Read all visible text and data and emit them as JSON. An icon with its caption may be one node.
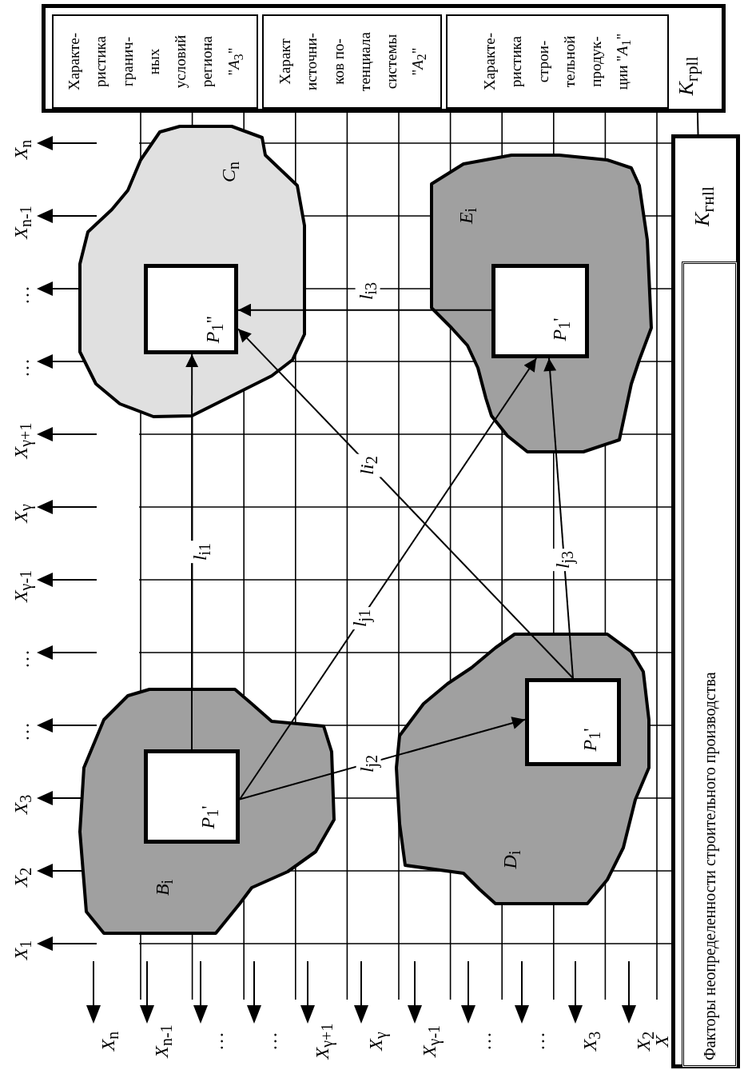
{
  "diagram": {
    "nodes": [
      {
        "text": [
          "*K*$_{грll}$"
        ]
      },
      {
        "text": [
          "Характе- ристика гранич- ных условий региона \"*A*$_{3}$\""
        ],
        "in": 0
      },
      {
        "text": [
          "Характ источни- ков по- тенциала системы \"*A*$_{2}$\""
        ],
        "in": 0
      },
      {
        "text": [
          "Характе- ристика строи- тельной продук- ции \"*A*$_{1}$\""
        ],
        "in": 0
      },
      {
        "text": [
          "*C*$_{n}$"
        ]
      },
      {
        "text": [
          "*P*$_{1}$\""
        ],
        "in": 4
      },
      {
        "text": [
          "*E*$_{i}$"
        ]
      },
      {
        "text": [
          "*P*$_{1}$'"
        ],
        "in": 6
      },
      {
        "text": [
          "*B*$_{i}$"
        ]
      },
      {
        "text": [
          "*P*$_{1}$'"
        ],
        "in": 8
      },
      {
        "text": [
          "*D*$_{i}$"
        ]
      },
      {
        "text": [
          "*P*$_{1}$'"
        ],
        "in": 10
      },
      {
        "text": [
          "*K*$_{гнll}$"
        ]
      },
      {
        "text": [
          "Факторы неопределенности строительного производства"
        ],
        "in": 12
      }
    ],
    "edges": [
      {
        "from": 9,
        "to": 5,
        "arrow": "to",
        "label": "*l*$_{i1}$"
      },
      {
        "from": 9,
        "to": 7,
        "arrow": "to",
        "label": "*l*$_{j1}$"
      },
      {
        "from": 9,
        "to": 11,
        "arrow": "to",
        "label": "*l*$_{j2}$"
      },
      {
        "from": 11,
        "to": 5,
        "arrow": "to",
        "label": "*li*$_{2}$"
      },
      {
        "from": 11,
        "to": 7,
        "arrow": "to",
        "label": "*l*$_{j3}$"
      },
      {
        "from": 7,
        "to": 5,
        "arrow": "to",
        "label": "*l*$_{i3}$"
      },
      {
        "from": 0,
        "to": 12,
        "arrow": "none"
      }
    ],
    "labels": [
      "*X*$_{n}$",
      "*X*$_{n-1}$",
      "…",
      "…",
      "*X*$_{γ+1}$",
      "*X*$_{γ}$",
      "*X*$_{γ-1}$",
      "…",
      "…",
      "*X*$_{3}$",
      "*X*$_{2}$",
      "*X*$_{1}$",
      "*X*$_{n}$",
      "*X*$_{n-1}$",
      "…",
      "…",
      "*X*$_{γ+1}$",
      "*X*$_{γ}$",
      "*X*$_{γ-1}$",
      "…",
      "…",
      "*X*$_{3}$",
      "*X*$_{2}$",
      "*X*"
    ]
  }
}
